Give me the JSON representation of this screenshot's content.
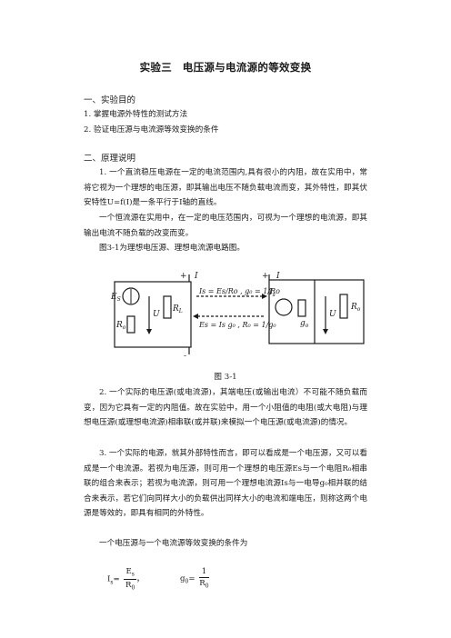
{
  "title": "实验三　电压源与电流源的等效变换",
  "section1": {
    "heading": "一、实验目的",
    "items": [
      "1. 掌握电源外特性的测试方法",
      "2. 验证电压源与电流源等效变换的条件"
    ]
  },
  "section2": {
    "heading": "二、原理说明",
    "p1": "1. 一个直流稳压电源在一定的电流范围内,具有很小的内阻，故在实用中，常将它视为一个理想的电压源，即其输出电压不随负载电流而变，其外特性，即其伏安特性U=f(I)是一条平行于I轴的直线。",
    "p2": "一个恒流源在实用中，在一定的电压范围内，可视为一个理想的电流源，即其输出电流不随负载的改变而变。",
    "p3": "图3-1为理想电压源、理想电流源电路图。",
    "caption": "图 3-1",
    "p4": "2. 一个实际的电压源(或电流源)，其端电压(或输出电流）不可能不随负载而变，因为它具有一定的内阻值。故在实验中，用一个小阻值的电阻(或大电阻)与理想电压源(或理想电流源)相串联(或并联)来模拟一个电压源(或电流源)的情况。",
    "p5": "3. 一个实际的电源，就其外部特性而言，即可以看成是一个电压源，又可以看成是一个电流源。若视为电压源，则可用一个理想的电压源Es与一个电阻R₀相串联的组合来表示；若视为电流源，则可用一个理想电流源Is与一电导g₀相并联的结合来表示，若它们向同样大小的负载供出同样大小的电流和端电压，则称这两个电源是等效的，即具有相同的外特性。",
    "p6": "一个电压源与一个电流源等效变换的条件为"
  },
  "circuit": {
    "es": "E",
    "es_sub": "S",
    "r0": "R",
    "r0_sub": "o",
    "rl": "R",
    "rl_sub": "L",
    "u": "U",
    "i": "I",
    "plus": "+",
    "minus": "-",
    "eq1": "Is = Es/Ro , g₀ = 1/Ro",
    "eq2": "Es = Is g₀ , R₀ = 1/g₀",
    "is": "I",
    "is_sub": "s",
    "g0": "g",
    "g0_sub": "o"
  },
  "formula": {
    "lhs1": "I",
    "lhs1_sub": "s",
    "eq": "=",
    "num1": "E",
    "num1_sub": "s",
    "den1": "R",
    "den1_sub": "0",
    "comma": "，",
    "lhs2": "g",
    "lhs2_sub": "0",
    "num2": "1",
    "den2": "R",
    "den2_sub": "0"
  }
}
